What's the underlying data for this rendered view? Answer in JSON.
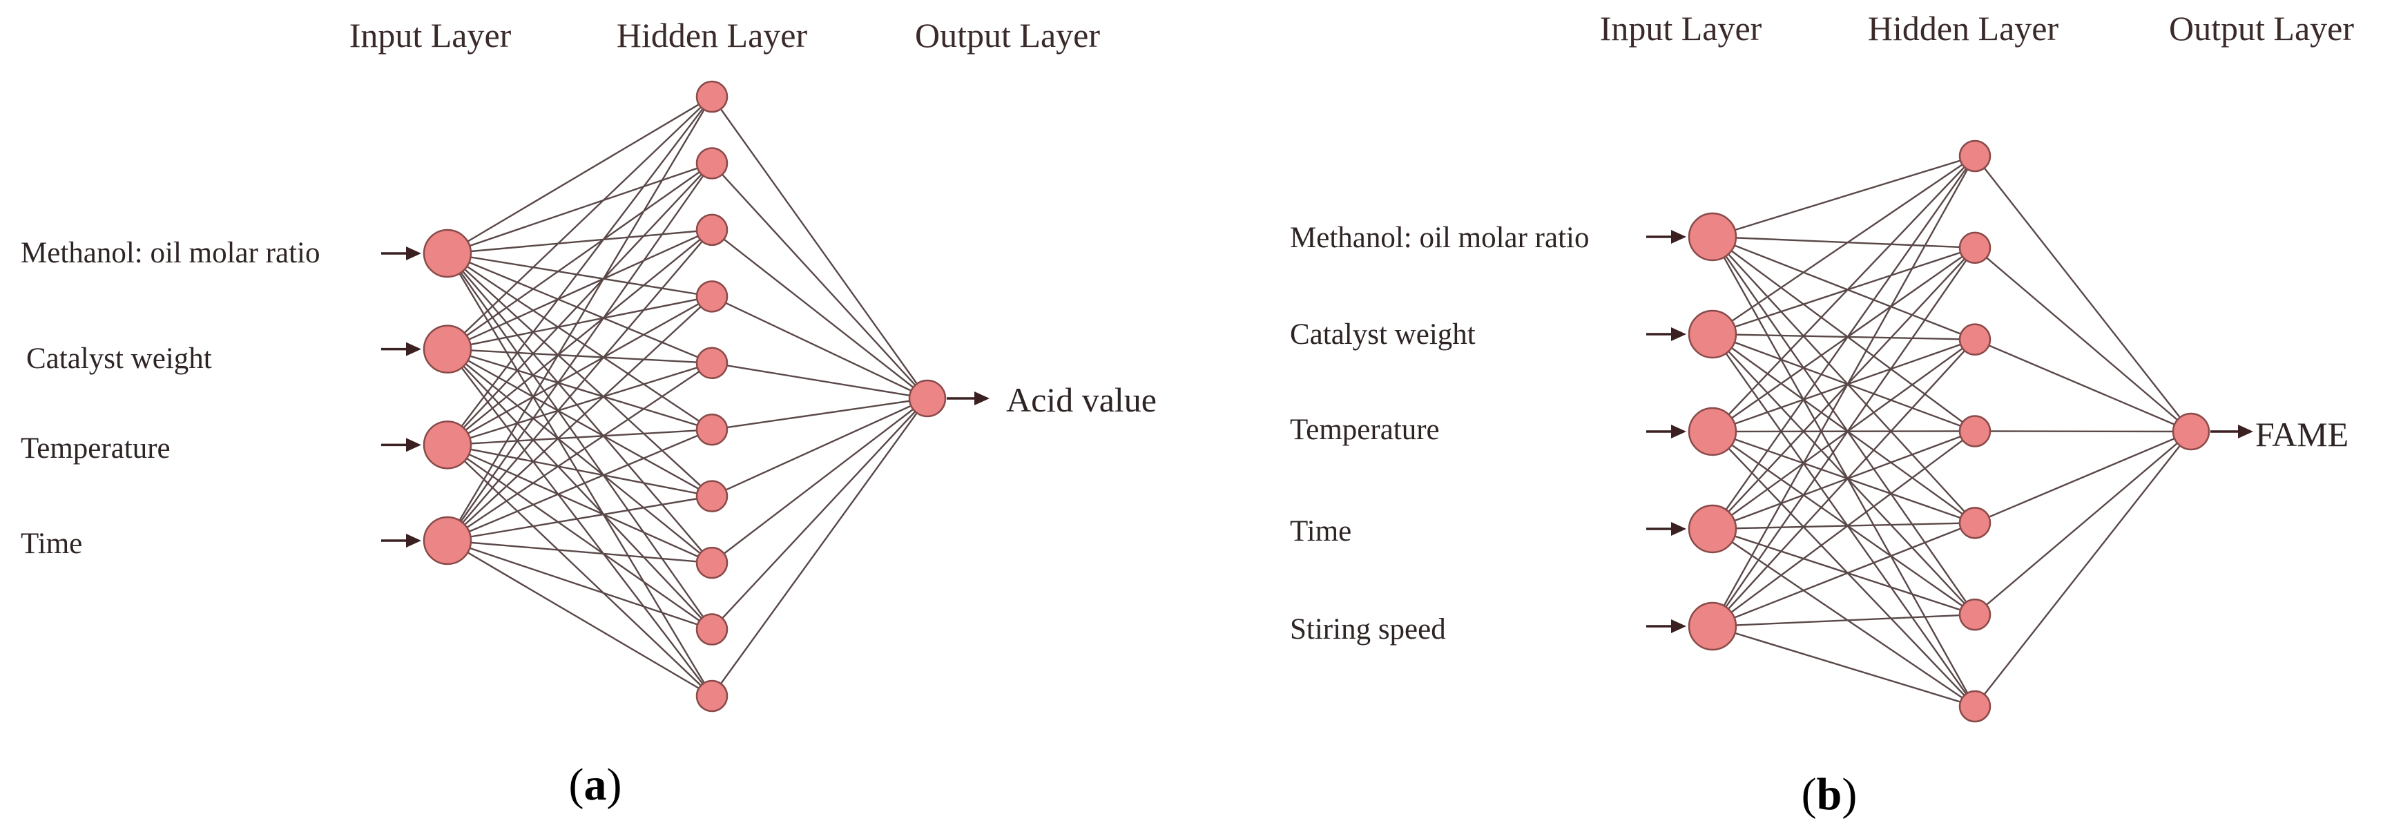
{
  "colors": {
    "node_fill": "#ec8585",
    "node_stroke": "#8a4a4a",
    "edge": "#5a4848",
    "arrow": "#3a2020",
    "text": "#2e2424"
  },
  "panels": [
    {
      "id": "a",
      "panel_label": "a",
      "layer_titles": {
        "input": "Input Layer",
        "hidden": "Hidden Layer",
        "output": "Output Layer"
      },
      "inputs": [
        "Methanol: oil molar ratio",
        "Catalyst weight",
        "Temperature",
        "Time"
      ],
      "hidden_count": 10,
      "outputs": [
        "Acid value"
      ]
    },
    {
      "id": "b",
      "panel_label": "b",
      "layer_titles": {
        "input": "Input Layer",
        "hidden": "Hidden Layer",
        "output": "Output Layer"
      },
      "inputs": [
        "Methanol: oil molar ratio",
        "Catalyst weight",
        "Temperature",
        "Time",
        "Stiring speed"
      ],
      "hidden_count": 7,
      "outputs": [
        "FAME"
      ]
    }
  ]
}
